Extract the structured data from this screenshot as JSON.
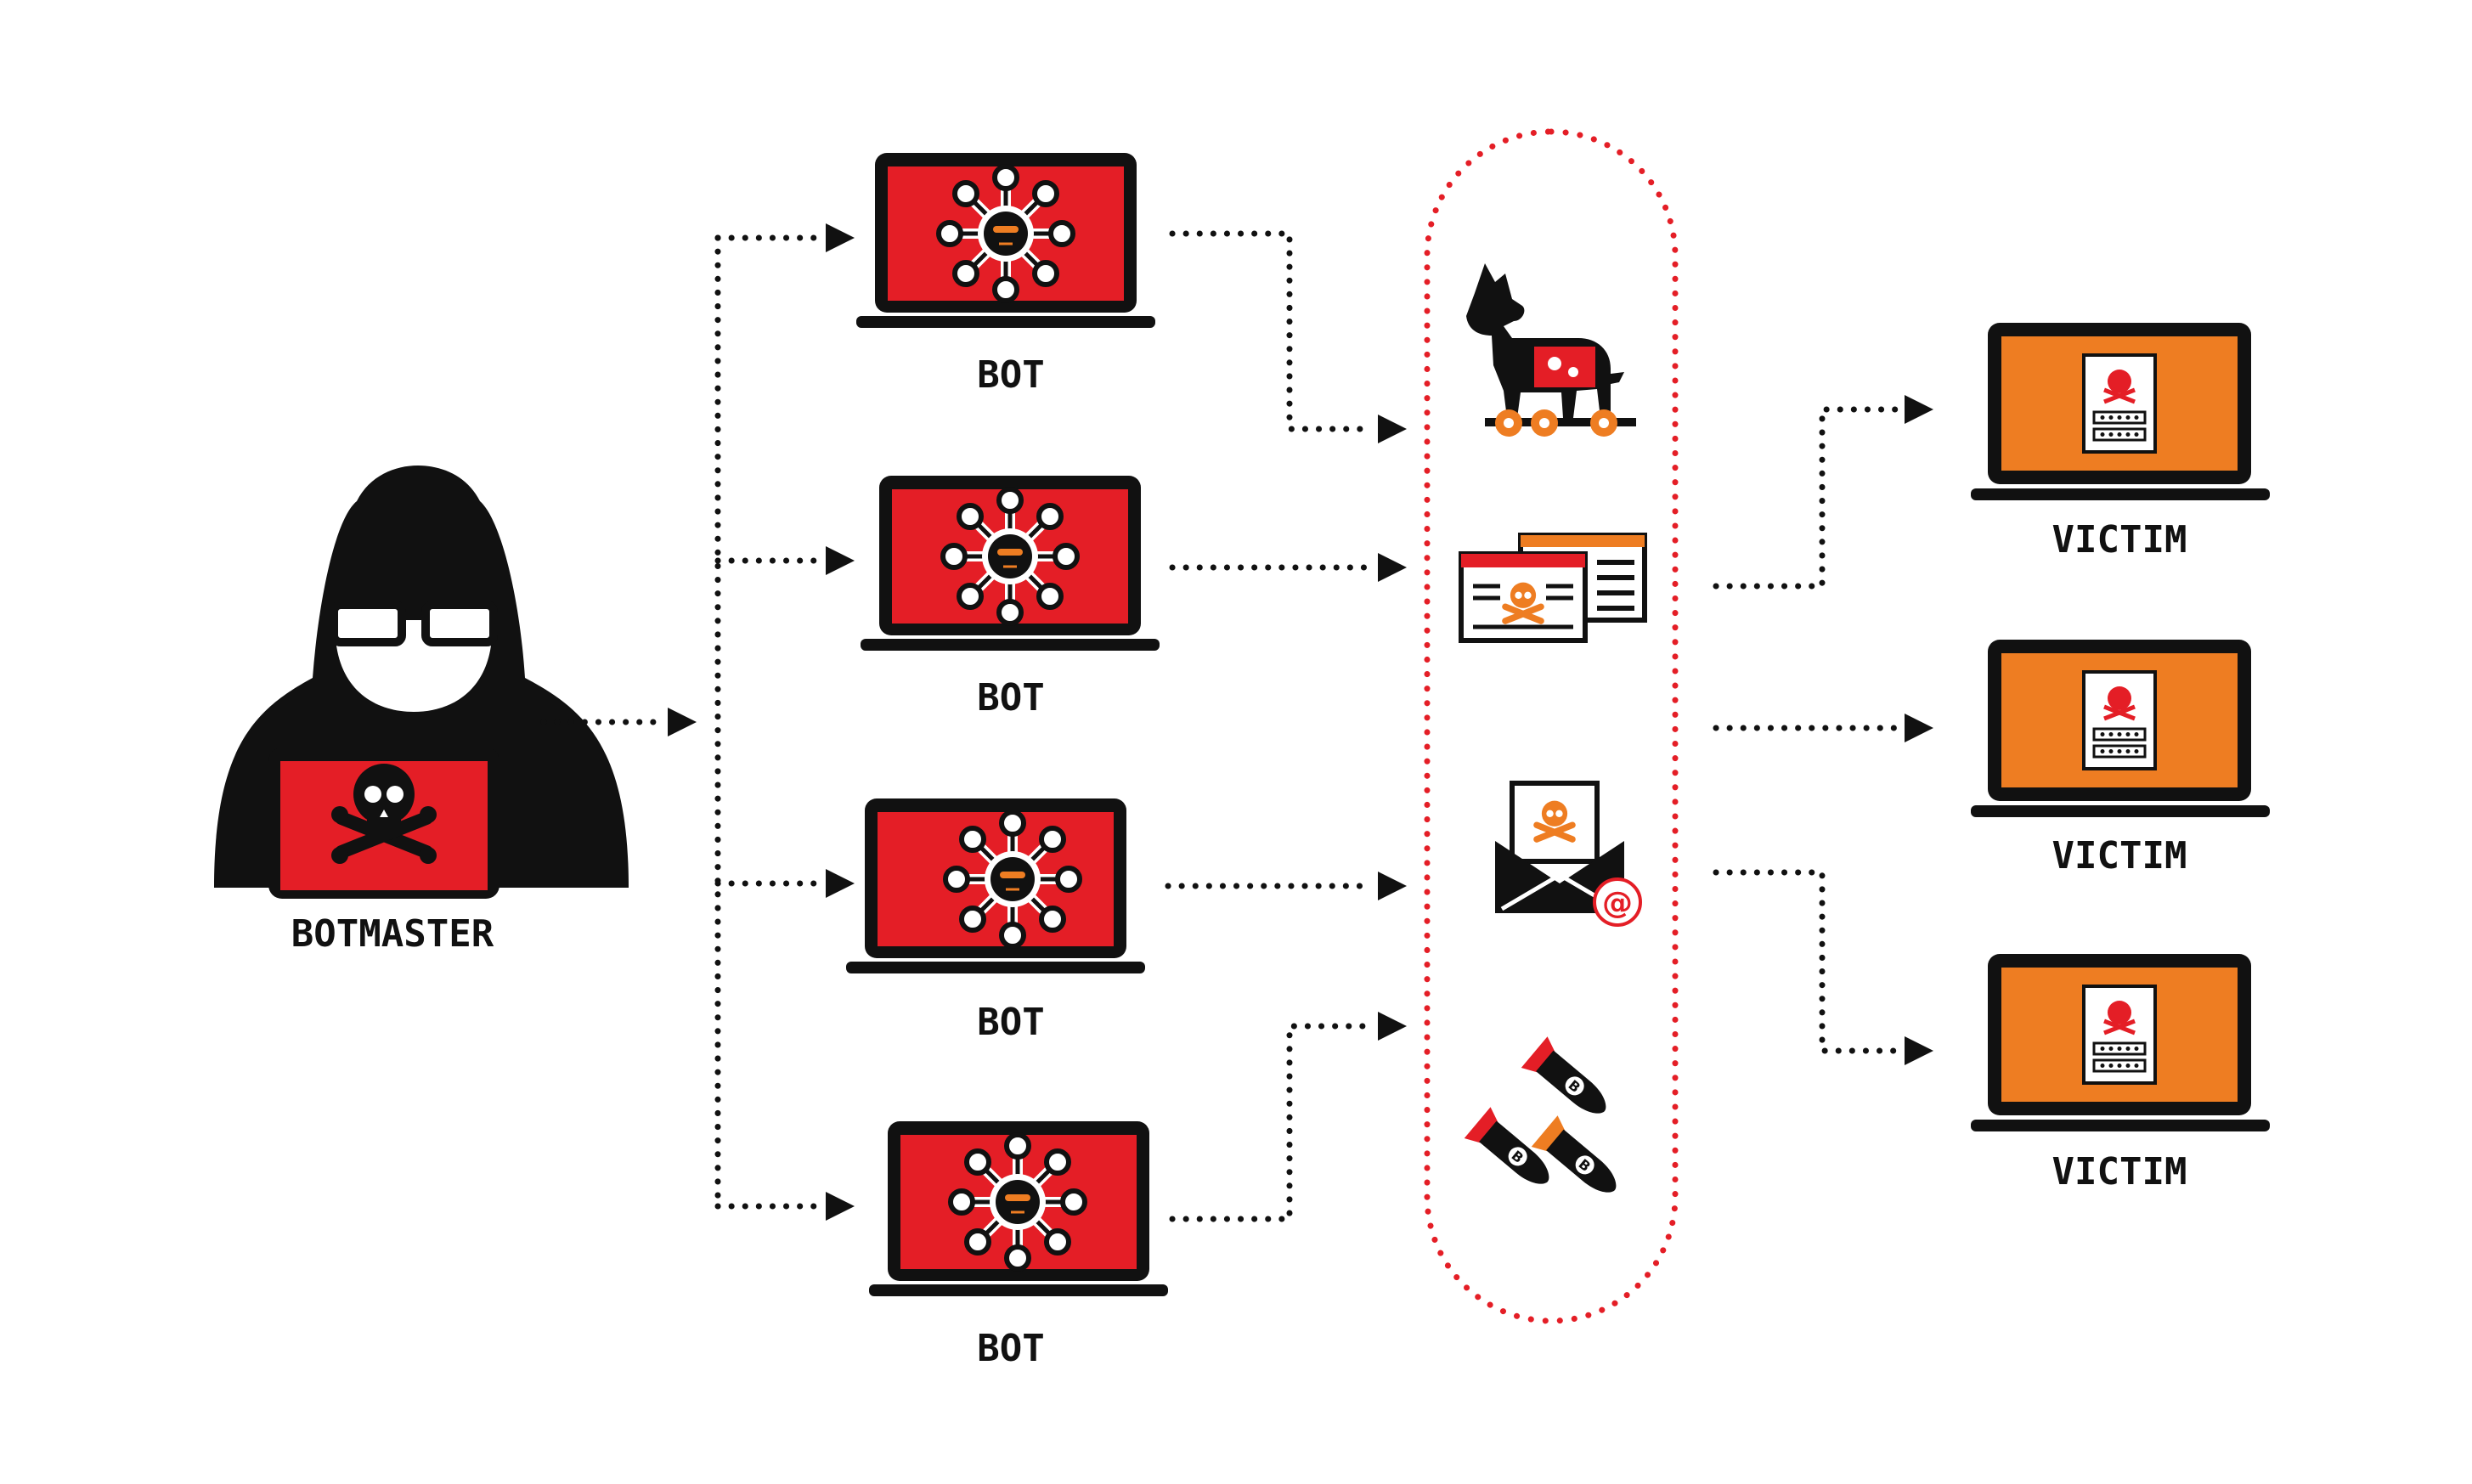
{
  "labels": {
    "botmaster": "BOTMASTER",
    "bots": [
      "BOT",
      "BOT",
      "BOT",
      "BOT"
    ],
    "victims": [
      "VICTIM",
      "VICTIM",
      "VICTIM"
    ],
    "bomb_letter": "B",
    "email_at": "@"
  },
  "attack_icons": [
    "trojan-horse-icon",
    "malicious-document-icon",
    "phishing-email-icon",
    "ddos-bombs-icon"
  ],
  "colors": {
    "bot_screen": "#e41e26",
    "victim_screen": "#ee7d22",
    "dark": "#111111",
    "connector": "#111111",
    "attack_group_border": "#e41e26"
  }
}
